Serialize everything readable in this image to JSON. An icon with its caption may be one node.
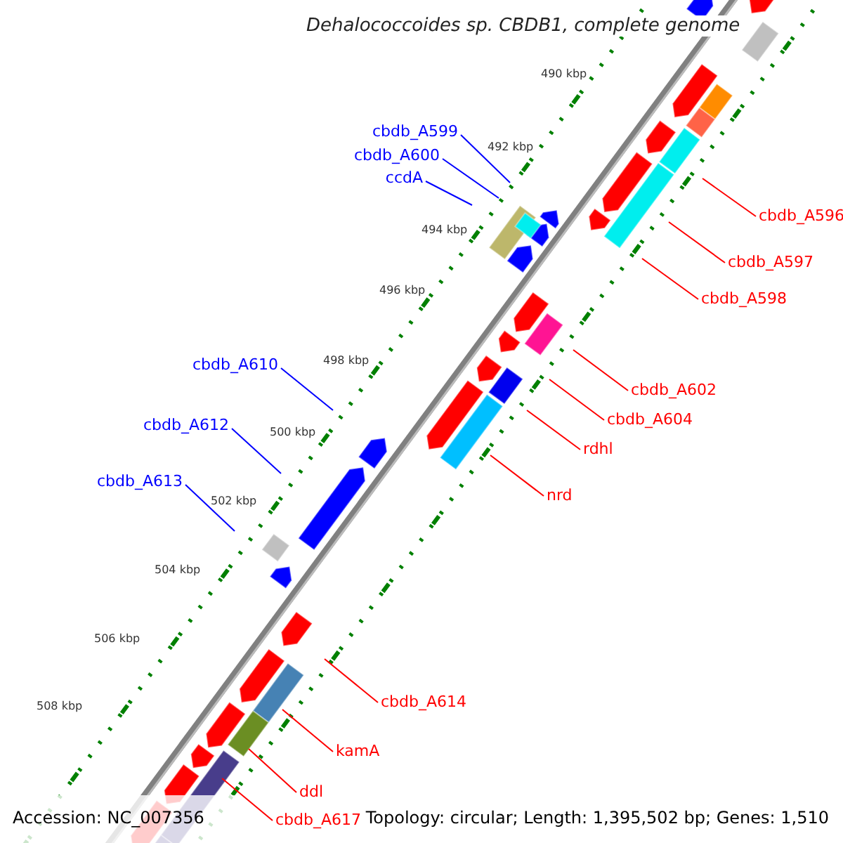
{
  "diagram": {
    "title": "Dehalococcoides sp. CBDB1, complete genome",
    "nodes": [
      {
        "text": [
          "cbdb_A599"
        ]
      },
      {
        "text": [
          "cbdb_A600"
        ]
      },
      {
        "text": [
          "ccdA"
        ]
      },
      {
        "text": [
          "cbdb_A610"
        ]
      },
      {
        "text": [
          "cbdb_A612"
        ]
      },
      {
        "text": [
          "cbdb_A613"
        ]
      },
      {
        "text": [
          "cbdb_A596"
        ]
      },
      {
        "text": [
          "cbdb_A597"
        ]
      },
      {
        "text": [
          "cbdb_A598"
        ]
      },
      {
        "text": [
          "cbdb_A602"
        ]
      },
      {
        "text": [
          "cbdb_A604"
        ]
      },
      {
        "text": [
          "rdhl"
        ]
      },
      {
        "text": [
          "nrd"
        ]
      },
      {
        "text": [
          "cbdb_A614"
        ]
      },
      {
        "text": [
          "kamA"
        ]
      },
      {
        "text": [
          "ddl"
        ]
      },
      {
        "text": [
          "cbdb_A617"
        ]
      }
    ],
    "edges": [
      {
        "from": 0,
        "to": null,
        "arrow": "none",
        "color": "#0000ff"
      },
      {
        "from": 1,
        "to": null,
        "arrow": "none",
        "color": "#0000ff"
      },
      {
        "from": 2,
        "to": null,
        "arrow": "none",
        "color": "#0000ff"
      },
      {
        "from": 3,
        "to": null,
        "arrow": "none",
        "color": "#0000ff"
      },
      {
        "from": 4,
        "to": null,
        "arrow": "none",
        "color": "#0000ff"
      },
      {
        "from": 5,
        "to": null,
        "arrow": "none",
        "color": "#0000ff"
      },
      {
        "from": 6,
        "to": null,
        "arrow": "none"
      },
      {
        "from": 7,
        "to": null,
        "arrow": "none"
      },
      {
        "from": 8,
        "to": null,
        "arrow": "none"
      },
      {
        "from": 9,
        "to": null,
        "arrow": "none"
      },
      {
        "from": 10,
        "to": null,
        "arrow": "none"
      },
      {
        "from": 11,
        "to": null,
        "arrow": "none"
      },
      {
        "from": 12,
        "to": null,
        "arrow": "none"
      },
      {
        "from": 13,
        "to": null,
        "arrow": "none"
      },
      {
        "from": 14,
        "to": null,
        "arrow": "none"
      },
      {
        "from": 15,
        "to": null,
        "arrow": "none"
      },
      {
        "from": 16,
        "to": null,
        "arrow": "none"
      }
    ],
    "labels": [
      "490 kbp",
      "492 kbp",
      "494 kbp",
      "496 kbp",
      "498 kbp",
      "500 kbp",
      "502 kbp",
      "504 kbp",
      "506 kbp",
      "508 kbp",
      "Accession: NC_007356",
      "Topology: circular; Length: 1,395,502 bp; Genes: 1,510"
    ]
  }
}
